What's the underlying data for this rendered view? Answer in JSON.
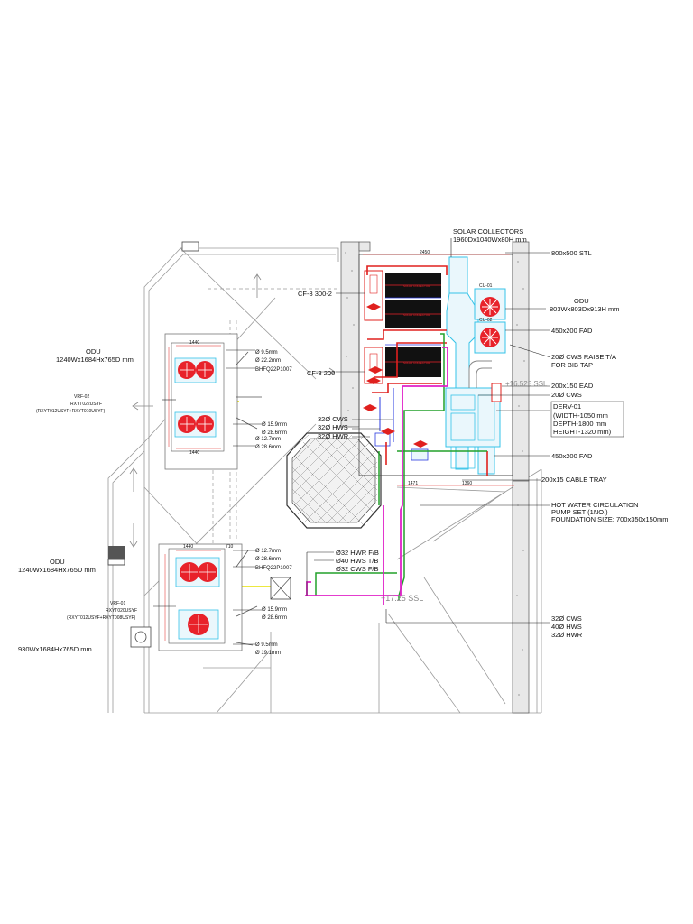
{
  "colors": {
    "pipe_red": "#e0201e",
    "pipe_green": "#22a12a",
    "pipe_magenta": "#e020c8",
    "pipe_blue": "#2a3be0",
    "pipe_yellow": "#e6e000",
    "equipment_cyan": "#35c3e8",
    "solar_panel": "#111111",
    "fan_red": "#e8222a",
    "linework_gray": "#9a9a9a"
  },
  "icons": [
    "fan-unit-icon",
    "valve-icon",
    "solar-panel-icon",
    "pump-set-icon",
    "direction-arrow-icon"
  ],
  "labels": {
    "solar_collectors": "SOLAR COLLECTORS",
    "solar_collectors_size": "1960Dx1040Wx80H mm",
    "stl": "800x500 STL",
    "odu_top_right": "ODU",
    "odu_top_right_size": "803Wx803Dx913H mm",
    "cf3_300": "CF-3 300-2",
    "cf3_200": "CF-3 200",
    "fad_top": "450x200 FAD",
    "cws_raise": "20Ø CWS RAISE T/A",
    "bib_tap": "FOR BIB TAP",
    "ead": "200x150 EAD",
    "cws_20": "20Ø CWS",
    "derv_title": "DERV-01",
    "derv_width": "(WIDTH-1050 mm",
    "derv_depth": "DEPTH-1800 mm",
    "derv_height": "HEIGHT-1320 mm)",
    "fad_bottom": "450x200 FAD",
    "cable_tray": "200x15 CABLE TRAY",
    "pump_line1": "HOT WATER CIRCULATION",
    "pump_line2": "PUMP SET (1NO.)",
    "pump_line3": "FOUNDATION SIZE: 700x350x150mm",
    "cws_32_mid": "32Ø CWS",
    "hws_32_mid": "32Ø HWS",
    "hwr_32_mid": "32Ø HWR",
    "hwr_fb": "Ø32 HWR F/B",
    "hws_tb": "Ø40 HWS T/B",
    "cws_fb": "Ø32 CWS F/B",
    "cws_32_bot": "32Ø CWS",
    "hws_40_bot": "40Ø HWS",
    "hwr_32_bot": "32Ø HWR",
    "ssl_level": "+17.25 SSL",
    "ssl_level_top": "+16.525 SSL",
    "odu_left_upper": "ODU",
    "odu_left_upper_size": "1240Wx1684Hx765D mm",
    "vrf02_tag": "VRF-02",
    "vrf02_model": "RXYT022USYF",
    "vrf02_combo": "(RXYT012USYF+RXYT010USYF)",
    "pipe_95": "Ø 9.5mm",
    "pipe_222": "Ø 22.2mm",
    "bhfq_top": "BHFQ22P1007",
    "pipe_159_top": "Ø 15.9mm",
    "pipe_286_top": "Ø 28.6mm",
    "pipe_127_top": "Ø 12.7mm",
    "pipe_286_top2": "Ø 28.6mm",
    "odu_left_lower": "ODU",
    "odu_left_lower_size": "1240Wx1684Hx765D mm",
    "vrf01_tag": "VRF-01",
    "vrf01_model": "RXYT020USYF",
    "vrf01_combo": "(RXYT012USYF+RXYT008USYF)",
    "odu_left_bottom_size": "930Wx1684Hx765D mm",
    "pipe_127_bot": "Ø 12.7mm",
    "pipe_286_bot": "Ø 28.6mm",
    "bhfq_bot": "BHFQ22P1007",
    "pipe_159_bot": "Ø 15.9mm",
    "pipe_286_bot2": "Ø 28.6mm",
    "pipe_95_bot": "Ø 9.5mm",
    "pipe_191_bot": "Ø 19.1mm",
    "cu01": "CU-01",
    "cu02": "CU-02",
    "solar_panel_text": "SOLAR COLLECTOR",
    "dim_2450": "2450",
    "dim_1440_a": "1440",
    "dim_1440_b": "1440",
    "dim_1440_c": "1440",
    "dim_1471": "1471",
    "dim_1360": "1360",
    "dim_710": "710"
  }
}
